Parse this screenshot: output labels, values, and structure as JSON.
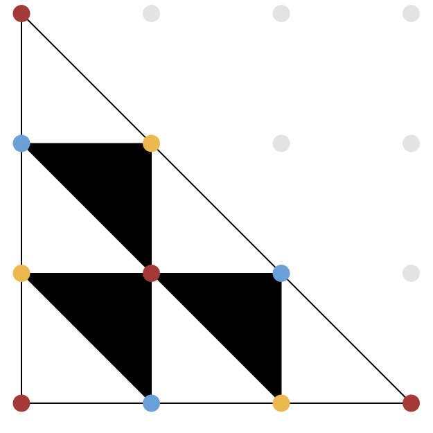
{
  "diagram": {
    "type": "triangulated-lattice",
    "grid": {
      "columns": 4,
      "rows": 4
    },
    "colors": {
      "background": "#ffffff",
      "edge": "#000000",
      "filled_triangle": "#000000",
      "inactive_dot": "#e3e3e3",
      "red": "#a33a36",
      "blue": "#6a9fd8",
      "yellow": "#ecb850"
    },
    "vertices": [
      {
        "id": "v-0-3",
        "col": 0,
        "row": 3,
        "color": "red"
      },
      {
        "id": "v-0-2",
        "col": 0,
        "row": 2,
        "color": "blue"
      },
      {
        "id": "v-1-2",
        "col": 1,
        "row": 2,
        "color": "yellow"
      },
      {
        "id": "v-0-1",
        "col": 0,
        "row": 1,
        "color": "yellow"
      },
      {
        "id": "v-1-1",
        "col": 1,
        "row": 1,
        "color": "red"
      },
      {
        "id": "v-2-1",
        "col": 2,
        "row": 1,
        "color": "blue"
      },
      {
        "id": "v-0-0",
        "col": 0,
        "row": 0,
        "color": "red"
      },
      {
        "id": "v-1-0",
        "col": 1,
        "row": 0,
        "color": "blue"
      },
      {
        "id": "v-2-0",
        "col": 2,
        "row": 0,
        "color": "yellow"
      },
      {
        "id": "v-3-0",
        "col": 3,
        "row": 0,
        "color": "red"
      }
    ],
    "inactive_points": [
      {
        "col": 1,
        "row": 3
      },
      {
        "col": 2,
        "row": 3
      },
      {
        "col": 3,
        "row": 3
      },
      {
        "col": 2,
        "row": 2
      },
      {
        "col": 3,
        "row": 2
      },
      {
        "col": 3,
        "row": 1
      }
    ],
    "edges": [
      {
        "from": [
          0,
          0
        ],
        "to": [
          0,
          3
        ]
      },
      {
        "from": [
          0,
          0
        ],
        "to": [
          3,
          0
        ]
      },
      {
        "from": [
          0,
          3
        ],
        "to": [
          3,
          0
        ]
      }
    ],
    "filled_triangles": [
      {
        "points": [
          [
            0,
            2
          ],
          [
            1,
            2
          ],
          [
            1,
            1
          ]
        ]
      },
      {
        "points": [
          [
            0,
            1
          ],
          [
            1,
            1
          ],
          [
            1,
            0
          ]
        ]
      },
      {
        "points": [
          [
            1,
            1
          ],
          [
            2,
            1
          ],
          [
            2,
            0
          ]
        ]
      }
    ]
  }
}
